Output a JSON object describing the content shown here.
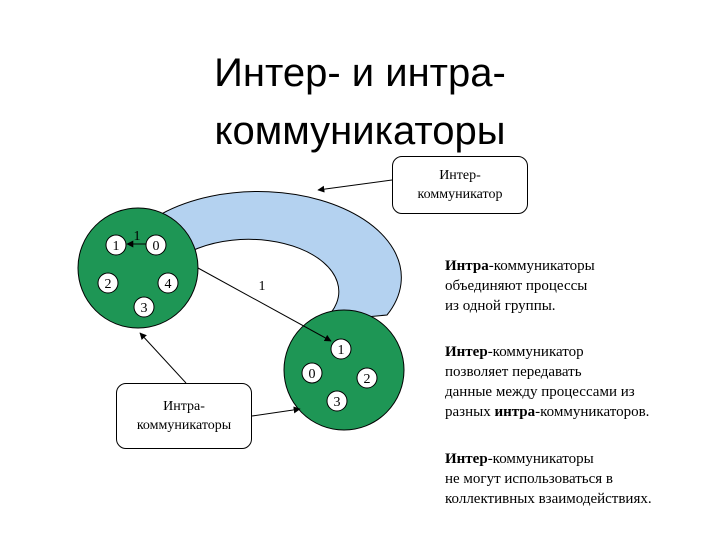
{
  "title": {
    "line1": "Интер- и интра-",
    "line2": "коммуникаторы"
  },
  "groupA": {
    "processes": [
      "1",
      "0",
      "2",
      "4",
      "3"
    ],
    "edge_label": "1"
  },
  "groupB": {
    "processes": [
      "1",
      "0",
      "2",
      "3"
    ]
  },
  "link": {
    "label": "1"
  },
  "callout_inter": {
    "line1": "Интер-",
    "line2": "коммуникатор"
  },
  "callout_intra": {
    "line1": "Интра-",
    "line2": "коммуникаторы"
  },
  "notes": [
    {
      "bold": "Интра",
      "l1_rest": "-коммуникаторы",
      "l2": "объединяют процессы",
      "l3": "из одной группы."
    },
    {
      "bold": "Интер",
      "l1_rest": "-коммуникатор",
      "l2": "позволяет передавать",
      "l3": "данные между процессами из",
      "l4_pre": "разных ",
      "l4_bold": "интра",
      "l4_post": "-коммуникаторов."
    },
    {
      "bold": "Интер",
      "l1_rest": "-коммуникаторы",
      "l2": "не могут использоваться в",
      "l3": "коллективных взаимодействиях."
    }
  ],
  "colors": {
    "circle": "#1e9655",
    "arc": "#b4d2f0",
    "node": "#ffffff",
    "stroke": "#000000"
  }
}
